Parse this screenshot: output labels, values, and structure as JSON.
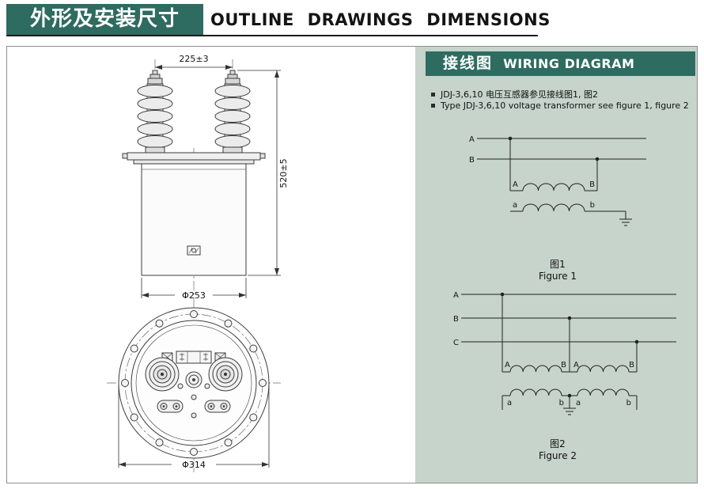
{
  "header": {
    "title_cn": "外形及安装尺寸",
    "title_en": "OUTLINE DRAWINGS DIMENSIONS"
  },
  "outline": {
    "dim_width_top": "225±3",
    "dim_height": "520±5",
    "dim_body_diameter": "Φ253",
    "dim_flange_diameter": "Φ314"
  },
  "wiring": {
    "header_cn": "接线图",
    "header_en": "WIRING DIAGRAM",
    "notes": [
      "JDJ-3,6,10 电压互感器参见接线图1, 图2",
      "Type JDJ-3,6,10 voltage transformer see figure 1, figure 2"
    ],
    "figure1": {
      "caption_cn": "图1",
      "caption_en": "Figure 1",
      "bus_labels": [
        "A",
        "B"
      ],
      "primary_labels": [
        "A",
        "B"
      ],
      "secondary_labels": [
        "a",
        "b"
      ]
    },
    "figure2": {
      "caption_cn": "图2",
      "caption_en": "Figure 2",
      "bus_labels": [
        "A",
        "B",
        "C"
      ],
      "primary_labels": [
        "A",
        "B",
        "A",
        "B"
      ],
      "secondary_labels": [
        "a",
        "b",
        "a",
        "b"
      ]
    }
  },
  "colors": {
    "accent_teal": "#2e6b60",
    "panel_green": "#c6d4cb"
  }
}
